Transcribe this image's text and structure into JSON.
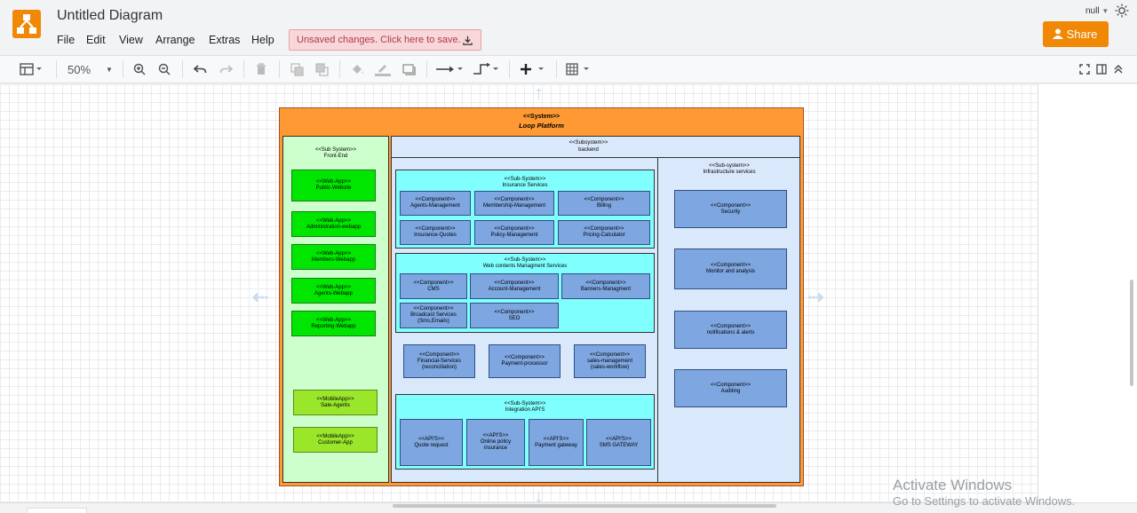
{
  "app": {
    "title": "Untitled Diagram",
    "unsaved_notice": "Unsaved changes. Click here to save.",
    "user_label": "null",
    "share_label": "Share",
    "menu": [
      "File",
      "Edit",
      "View",
      "Arrange",
      "Extras",
      "Help"
    ]
  },
  "toolbar": {
    "zoom": "50%"
  },
  "colors": {
    "system_bg": "#ff9933",
    "frontend_bg": "#ccffcc",
    "backend_bg": "#dae8fc",
    "subsystem_bg": "#80ffff",
    "webapp": "#00e600",
    "mobileapp": "#99e62b",
    "component": "#7ea6e0",
    "brand": "#f08705"
  },
  "diagram": {
    "system": {
      "stereotype": "<<System>>",
      "name": "Loop Platform"
    },
    "frontend": {
      "stereotype": "<<Sub System>>",
      "name": "Front-End",
      "webapps": [
        "<<Web-App>>\nPublic-Website",
        "<<Web-App>>\nAdministration-webapp",
        "<<Web-App>>\nMembers-Webapp",
        "<<Web-App>>\nAgents-Webapp",
        "<<Web-App>>\nReporting-Webapp"
      ],
      "mobileapps": [
        "<<MobileApp>>\nSale-Agents",
        "<<MobileApp>>\nCustomer-App"
      ]
    },
    "backend": {
      "stereotype": "<<Subsystem>>",
      "name": "backend",
      "insurance": {
        "title": "<<Sub-System>>\nInsurance Services",
        "components": [
          "<<Component>>\nAgents-Management",
          "<<Component>>\nMembership-Management",
          "<<Component>>\nBilling",
          "<<Component>>\nInsurance-Quotes",
          "<<Component>>\nPolicy-Management",
          "<<Component>>\nPricing-Calculator"
        ]
      },
      "webcontents": {
        "title": "<<Sub-System>>\nWeb contents Managment Services",
        "components": [
          "<<Component>>\nCMS",
          "<<Component>>\nAccount-Management",
          "<<Component>>\nBanners-Managment",
          "<<Component>>\nBroadcast Services\n(Sms,Emails)",
          "<<Component>>\nSEO"
        ]
      },
      "standalone": [
        "<<Component>>\nFinancial-Services\n(reconciliation)",
        "<<Component>>\nPayment-processor",
        "<<Component>>\nsales-management\n(sales-workflow)"
      ],
      "integration": {
        "title": "<<Sub-System>>\nIntegration API'S",
        "apis": [
          "<<API'S>>\nQuote request",
          "<<API'S>>\nOnline policy\ninsurance",
          "<<API'S>>\nPayment gateway",
          "<<API'S>>\nSMS GATEWAY"
        ]
      },
      "infrastructure": {
        "title": "<<Sub-system>>\nInfrastructure services",
        "components": [
          "<<Component>>\nSecurity",
          "<<Component>>\nMonitor and analysis",
          "<<Component>>\nnotifications & alerts",
          "<<Component>>\nAuditing"
        ]
      }
    }
  },
  "watermark": {
    "line1": "Activate Windows",
    "line2": "Go to Settings to activate Windows."
  }
}
